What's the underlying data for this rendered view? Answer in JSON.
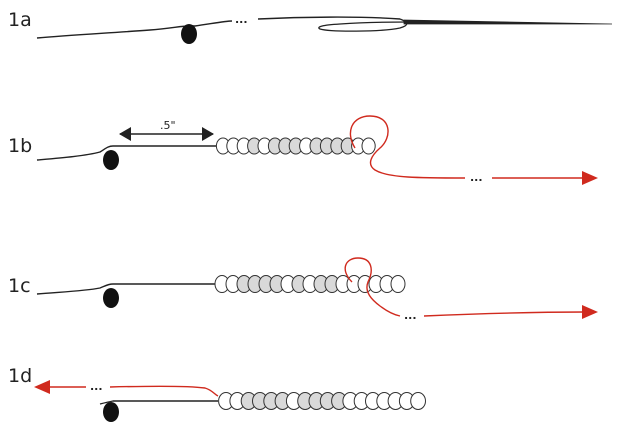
{
  "steps": [
    {
      "id": "1a",
      "label": "1a"
    },
    {
      "id": "1b",
      "label": "1b"
    },
    {
      "id": "1c",
      "label": "1c"
    },
    {
      "id": "1d",
      "label": "1d"
    }
  ],
  "measurement_label": ".5\"",
  "ellipsis_marker": "...",
  "colors": {
    "thread": "#222222",
    "working_thread": "#d02a1e",
    "bead_light": "#ffffff",
    "bead_dark": "#d9d9d9",
    "bead_outline": "#333333",
    "stopper_bead": "#111111",
    "background": "#ffffff"
  },
  "bead_pattern": {
    "1b": [
      "light",
      "light",
      "light",
      "dark",
      "light",
      "dark",
      "dark",
      "dark",
      "light",
      "dark",
      "dark",
      "dark",
      "dark",
      "light",
      "light"
    ],
    "1c": [
      "light",
      "light",
      "dark",
      "dark",
      "dark",
      "dark",
      "light",
      "dark",
      "light",
      "dark",
      "dark",
      "light",
      "light",
      "light",
      "light",
      "light",
      "light"
    ],
    "1d": [
      "light",
      "light",
      "dark",
      "dark",
      "dark",
      "dark",
      "light",
      "dark",
      "dark",
      "dark",
      "dark",
      "light",
      "light",
      "light",
      "light",
      "light",
      "light",
      "light"
    ]
  }
}
